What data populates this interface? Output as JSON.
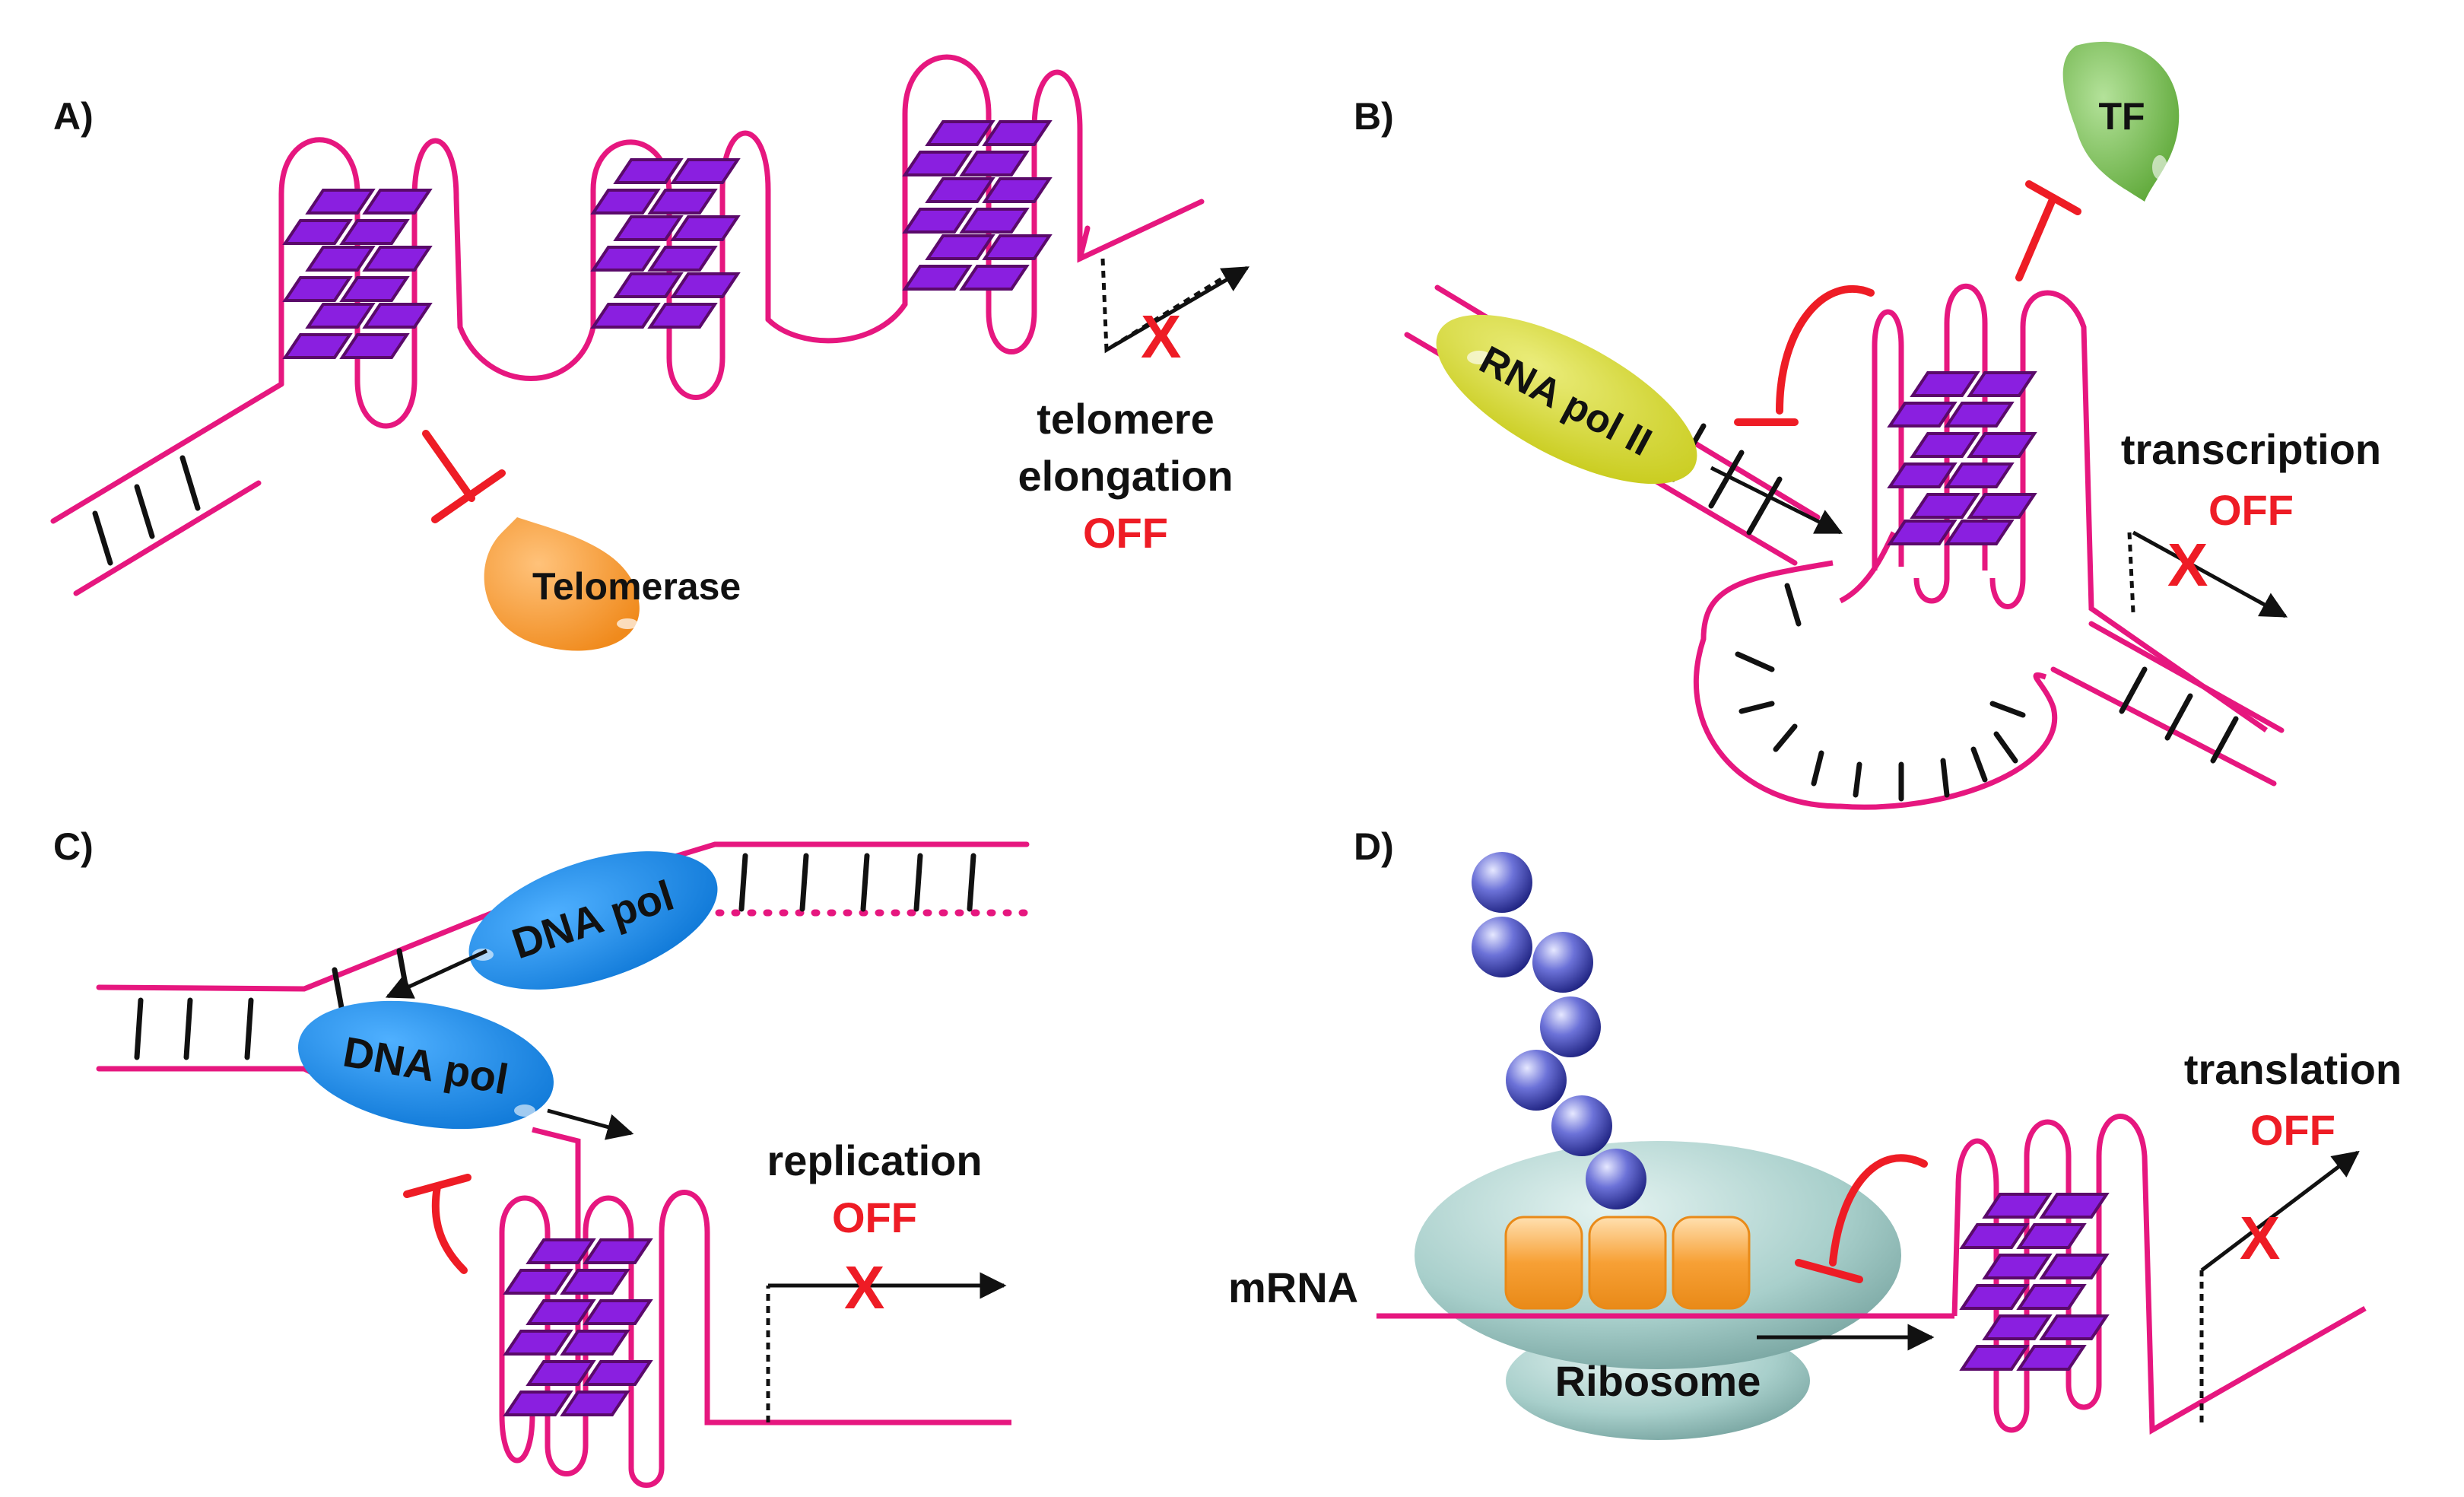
{
  "colors": {
    "strand": "#e6177f",
    "inhibit": "#ee1c25",
    "tetrad_fill": "#8a1fe0",
    "tetrad_edge": "#5a0a6a",
    "telomerase": "#f6962c",
    "tf": "#72bf44",
    "rna_pol": "#d2d524",
    "dna_pol": "#1186e4",
    "ribosome": "#a7d0cc",
    "codon": "#f7a035",
    "amino_acid": "#3a3fb0",
    "text": "#111111",
    "off": "#ee1c25"
  },
  "panels": {
    "a": {
      "label": "A)",
      "enzyme": "Telomerase",
      "process_line1": "telomere",
      "process_line2": "elongation",
      "state": "OFF",
      "block_mark": "X"
    },
    "b": {
      "label": "B)",
      "factor": "TF",
      "polymerase": "RNA pol II",
      "process": "transcription",
      "state": "OFF",
      "block_mark": "X"
    },
    "c": {
      "label": "C)",
      "polymerase_upper": "DNA pol",
      "polymerase_lower": "DNA pol",
      "process": "replication",
      "state": "OFF",
      "block_mark": "X"
    },
    "d": {
      "label": "D)",
      "transcript": "mRNA",
      "machine": "Ribosome",
      "process": "translation",
      "state": "OFF",
      "block_mark": "X"
    }
  }
}
